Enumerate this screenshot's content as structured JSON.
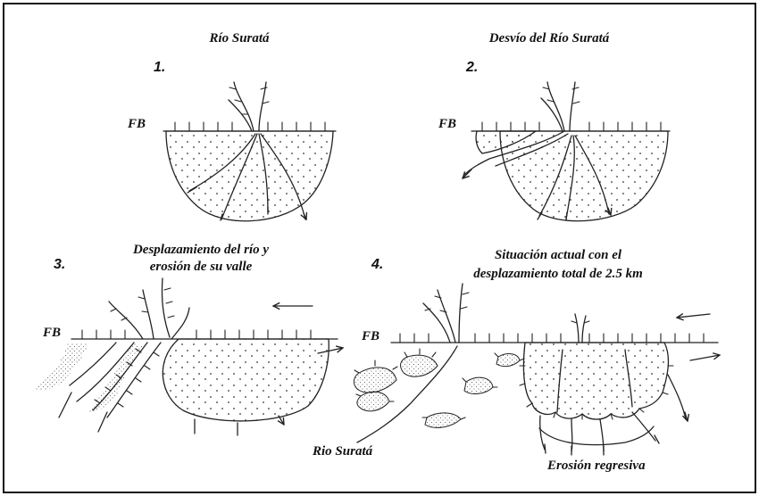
{
  "panels": [
    {
      "number": "1.",
      "title_lines": [
        "Río Suratá"
      ],
      "fault_label": "FB"
    },
    {
      "number": "2.",
      "title_lines": [
        "Desvío del Río Suratá"
      ],
      "fault_label": "FB"
    },
    {
      "number": "3.",
      "title_lines": [
        "Desplazamiento del río y",
        "erosión de su valle"
      ],
      "fault_label": "FB"
    },
    {
      "number": "4.",
      "title_lines": [
        "Situación actual con el",
        "desplazamiento total de 2.5 km"
      ],
      "fault_label": "FB"
    }
  ],
  "labels": {
    "river": "Rio Suratá",
    "erosion": "Erosión regresiva"
  }
}
